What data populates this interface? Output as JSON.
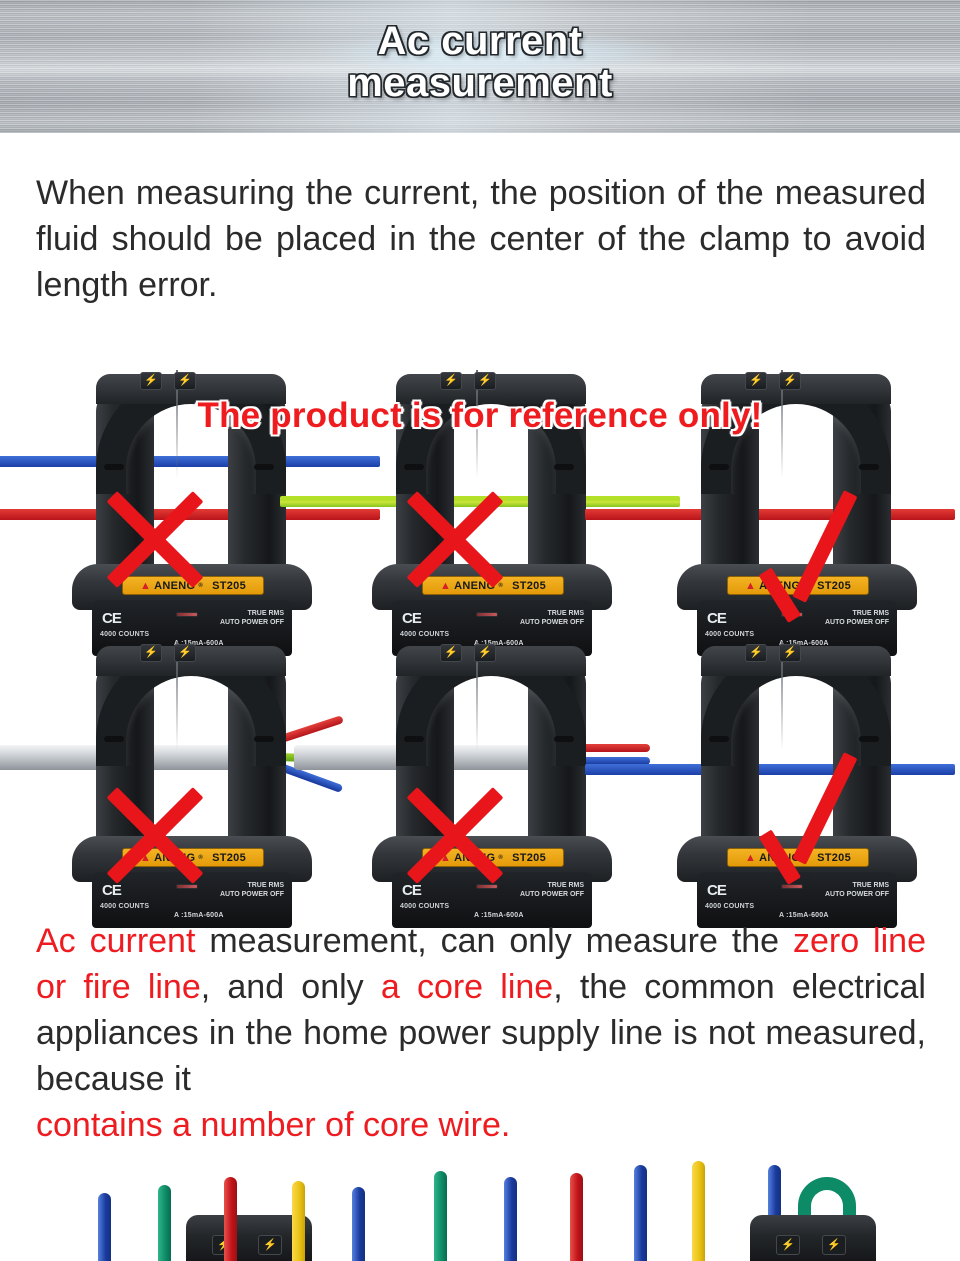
{
  "banner": {
    "title_line1": "Ac current",
    "title_line2": "measurement"
  },
  "intro_paragraph": "When measuring the current, the position of the measured fluid should be placed in the center of the clamp to avoid length error.",
  "overlay_warning": "The product is for reference only!",
  "device": {
    "brand": "ANENG",
    "brand_symbol": "▲",
    "registered_mark": "®",
    "model": "ST205",
    "ce_mark": "CE",
    "counts": "4000 COUNTS",
    "true_rms": "TRUE RMS",
    "auto_power_off": "AUTO POWER OFF",
    "range": "A :15mA-600A",
    "jaw_symbol": "⚡"
  },
  "examples": [
    {
      "id": "two-wires-blue-red",
      "verdict": "wrong",
      "mark": "x",
      "wires": [
        {
          "color_name": "blue",
          "hex": "#2b4fb5"
        },
        {
          "color_name": "red",
          "hex": "#c8181d"
        }
      ]
    },
    {
      "id": "earth-green-yellow",
      "verdict": "wrong",
      "mark": "x",
      "wires": [
        {
          "color_name": "green-yellow",
          "hex": "#b4e02a"
        }
      ]
    },
    {
      "id": "single-red-wire",
      "verdict": "correct",
      "mark": "check",
      "wires": [
        {
          "color_name": "red",
          "hex": "#c8181d"
        }
      ]
    },
    {
      "id": "three-core-cable",
      "verdict": "wrong",
      "mark": "x",
      "cable": true,
      "cores": [
        {
          "color_name": "red",
          "hex": "#c8181d"
        },
        {
          "color_name": "green",
          "hex": "#6fb81b"
        },
        {
          "color_name": "blue",
          "hex": "#2b4fb5"
        }
      ]
    },
    {
      "id": "two-core-cable",
      "verdict": "wrong",
      "mark": "x",
      "cable": true,
      "cores": [
        {
          "color_name": "red",
          "hex": "#c8181d"
        },
        {
          "color_name": "blue",
          "hex": "#2b4fb5"
        }
      ]
    },
    {
      "id": "single-blue-wire",
      "verdict": "correct",
      "mark": "check",
      "wires": [
        {
          "color_name": "blue",
          "hex": "#2b4fb5"
        }
      ]
    }
  ],
  "summary_paragraph": {
    "seg1_red": "Ac current",
    "seg2": " measurement, can only measure the ",
    "seg3_red": "zero line or fire line",
    "seg4": ", and only ",
    "seg5_red": "a core line",
    "seg6": ", the common electrical appliances in the home power supply line is not measured, because it ",
    "seg7_red": "contains a number of core wire."
  },
  "colors": {
    "warning_red": "#ee1c20",
    "body_text": "#2b2b2b",
    "brand_yellow": "#f0a91a",
    "banner_metal": "#a8adb2"
  },
  "bottom_strip": {
    "lead_colors": [
      "blue",
      "green",
      "red",
      "yellow",
      "blue",
      "green",
      "blue",
      "red",
      "blue",
      "yellow",
      "blue",
      "green"
    ]
  }
}
